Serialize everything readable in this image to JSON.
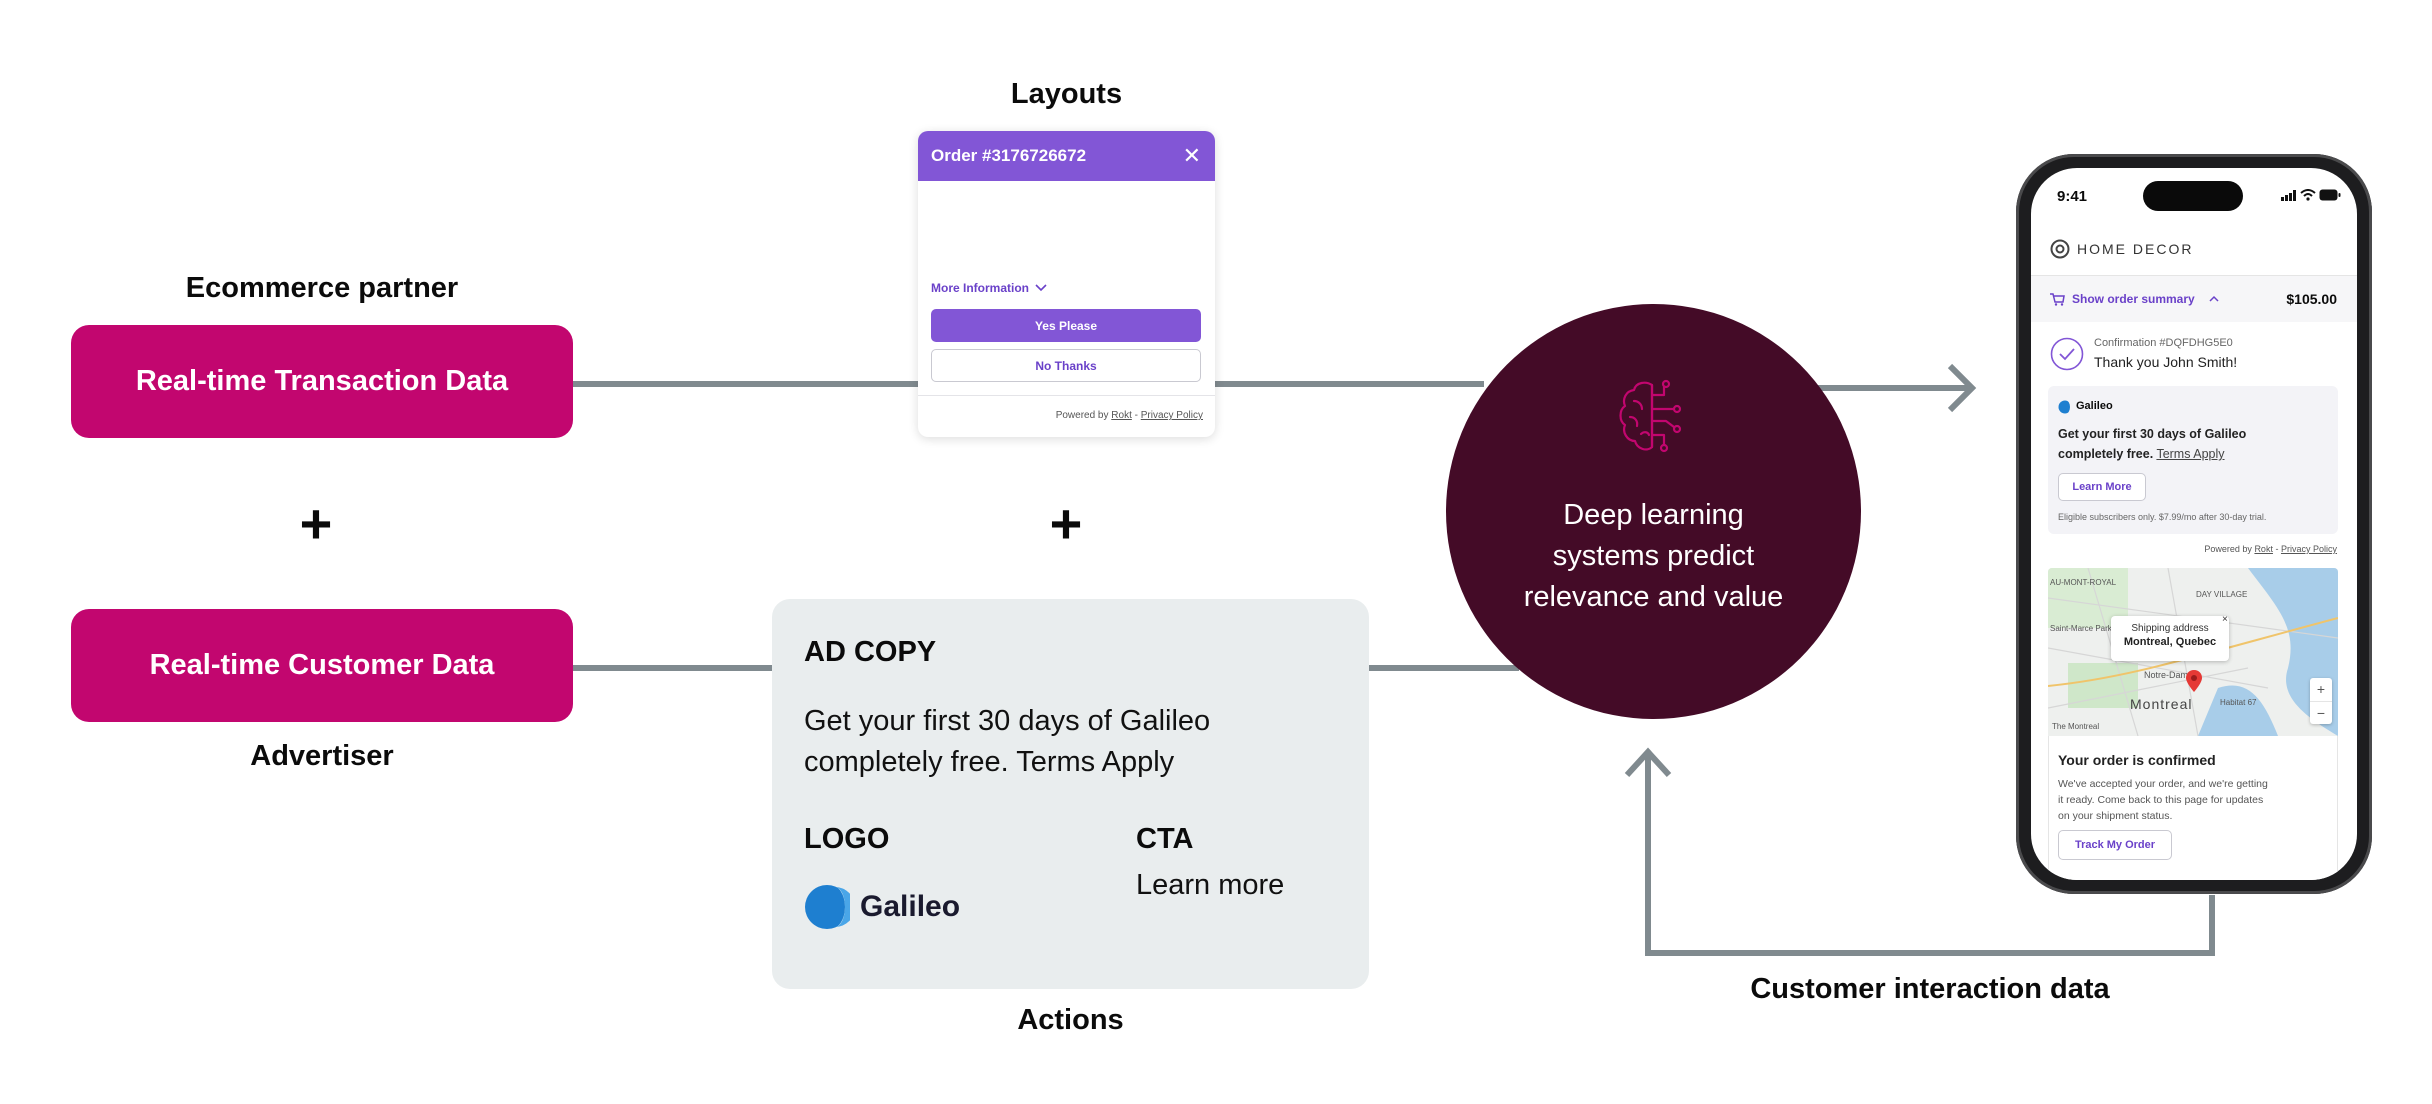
{
  "labels": {
    "ecommerce_partner": "Ecommerce partner",
    "advertiser": "Advertiser",
    "layouts": "Layouts",
    "actions": "Actions",
    "customer_interaction": "Customer interaction data"
  },
  "data_boxes": {
    "transaction": "Real-time Transaction Data",
    "customer": "Real-time Customer Data"
  },
  "plus_symbol": "+",
  "layout_card": {
    "order_title": "Order #3176726672",
    "close_symbol": "✕",
    "more_info": "More Information",
    "yes": "Yes Please",
    "no": "No Thanks",
    "footer_prefix": "Powered by",
    "footer_brand": "Rokt",
    "footer_sep": "-",
    "footer_policy": "Privacy Policy"
  },
  "ad_panel": {
    "heading": "AD COPY",
    "copy_line1": "Get your first 30 days of Galileo",
    "copy_line2": "completely free. Terms Apply",
    "logo_heading": "LOGO",
    "logo_name": "Galileo",
    "cta_heading": "CTA",
    "cta_text": "Learn more"
  },
  "engine": {
    "text": "Deep learning\nsystems  predict\nrelevance and value",
    "icon": "brain-circuit-icon"
  },
  "phone": {
    "time": "9:41",
    "store_name": "HOME DECOR",
    "order_summary": "Show order summary",
    "total": "$105.00",
    "confirmation": "Confirmation #DQFDHG5E0",
    "thanks": "Thank you John Smith!",
    "offer_brand": "Galileo",
    "offer_line1": "Get your first 30 days of Galileo",
    "offer_line2_bold": "completely free.",
    "offer_terms": "Terms Apply",
    "offer_button": "Learn More",
    "offer_fine_print": "Eligible subscribers only. $7.99/mo after 30-day trial.",
    "powered_prefix": "Powered by",
    "powered_brand": "Rokt",
    "powered_sep": "-",
    "powered_policy": "Privacy Policy",
    "map_popup_title": "Shipping address",
    "map_popup_value": "Montreal, Quebec",
    "map_city": "Montreal",
    "map_label_1": "AU-MONT-ROYAL",
    "map_label_2": "DAY VILLAGE",
    "map_label_3": "Notre-Dame",
    "map_label_4": "Habitat 67",
    "map_label_5": "The Montreal",
    "map_label_6": "Saint-Marce Park",
    "map_zoom_in": "+",
    "map_zoom_out": "−",
    "status_title": "Your order is confirmed",
    "status_body_1": "We've accepted your order, and we're getting",
    "status_body_2": "it ready. Come back to this page for updates",
    "status_body_3": "on your shipment status.",
    "track_button": "Track My Order"
  },
  "colors": {
    "accent_pink": "#c2066f",
    "engine_bg": "#440b27",
    "rokt_purple": "#8256d6",
    "connector": "#808a8f",
    "panel_bg": "#e9edee",
    "galileo_blue": "#1e7fd0"
  }
}
